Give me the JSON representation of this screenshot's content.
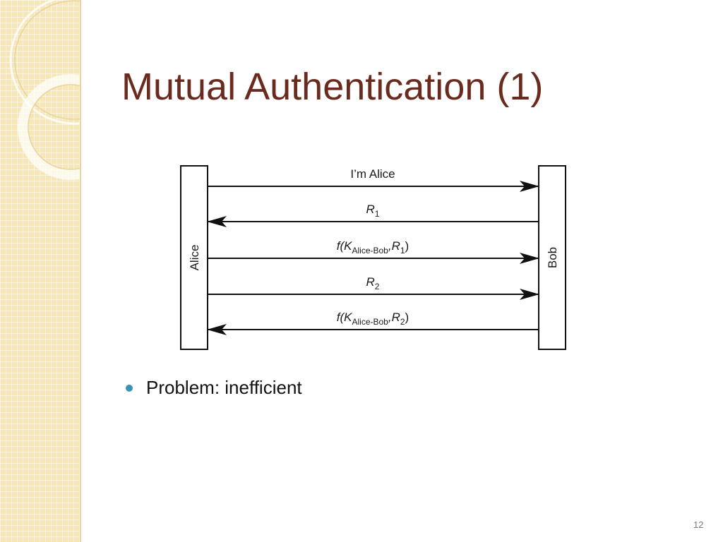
{
  "slide": {
    "title": "Mutual Authentication (1)",
    "page_number": "12"
  },
  "diagram": {
    "left_party": "Alice",
    "right_party": "Bob",
    "messages": [
      {
        "direction": "right",
        "text": "I’m Alice"
      },
      {
        "direction": "left",
        "main": "R",
        "sub": "1"
      },
      {
        "direction": "right",
        "pre": "f(K",
        "sub": "Alice-Bob",
        "mid": ",R",
        "sub2": "1",
        "post": ")"
      },
      {
        "direction": "right",
        "main": "R",
        "sub": "2"
      },
      {
        "direction": "left",
        "pre": "f(K",
        "sub": "Alice-Bob",
        "mid": ",R",
        "sub2": "2",
        "post": ")"
      }
    ]
  },
  "bullets": [
    "Problem: inefficient"
  ],
  "colors": {
    "title": "#6b2a1e",
    "bullet": "#3b93b3",
    "side_strip": "#f6e6b8"
  }
}
